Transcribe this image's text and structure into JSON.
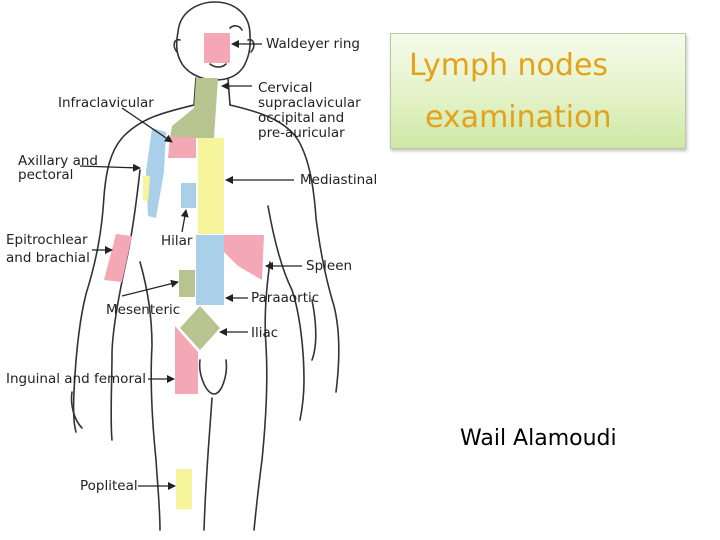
{
  "title": {
    "line1": "Lymph nodes",
    "line2": "examination"
  },
  "author": "Wail Alamoudi",
  "labels": {
    "waldeyer_ring": "Waldeyer ring",
    "infraclavicular": "Infraclavicular",
    "cervical_1": "Cervical",
    "cervical_2": "supraclavicular",
    "cervical_3": "occipital and",
    "cervical_4": "pre-auricular",
    "axillary_1": "Axillary and",
    "axillary_2": "pectoral",
    "mediastinal": "Mediastinal",
    "epitrochlear_1": "Epitrochlear",
    "epitrochlear_2": "and brachial",
    "hilar": "Hilar",
    "spleen": "Spleen",
    "paraaortic": "Paraaortic",
    "mesenteric": "Mesenteric",
    "iliac": "Iliac",
    "inguinal": "Inguinal and femoral",
    "popliteal": "Popliteal"
  },
  "colors": {
    "pink": "#f4a7b4",
    "green": "#b8c48f",
    "blue": "#a9d0e8",
    "yellow": "#f7f59c",
    "title_text": "#e3a21a"
  }
}
